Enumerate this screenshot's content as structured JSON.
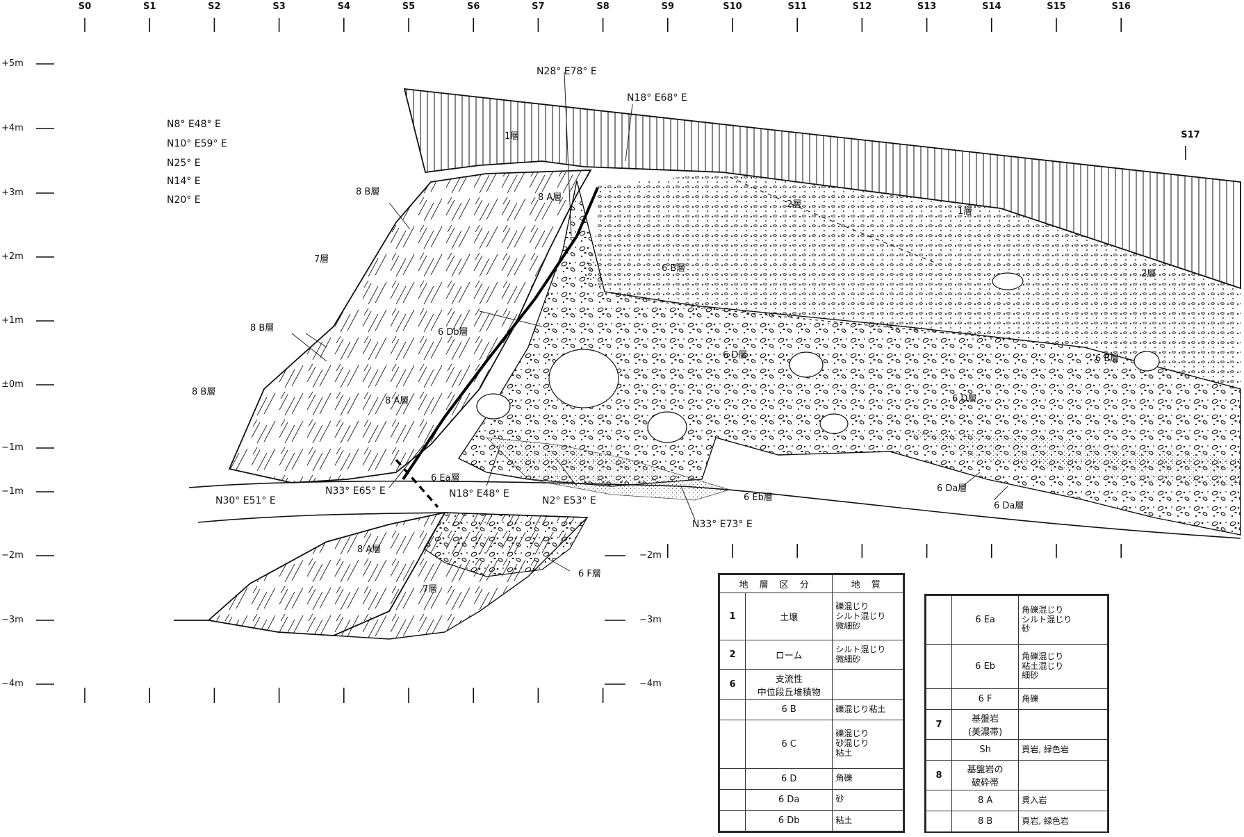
{
  "sections": [
    "S0",
    "S1",
    "S2",
    "S3",
    "S4",
    "S5",
    "S6",
    "S7",
    "S8",
    "S9",
    "S10",
    "S11",
    "S12",
    "S13",
    "S14",
    "S15",
    "S16"
  ],
  "section_s17": "S17",
  "elevations_left": [
    "+5m",
    "+4m",
    "+3m",
    "+2m",
    "+1m",
    "±0m",
    "−1m",
    "−1m",
    "−2m",
    "−3m",
    "−4m"
  ],
  "elevations_mid": [
    "−2m",
    "−3m",
    "−4m"
  ],
  "strikes_list": [
    "N8° E48° E",
    "N10° E59° E",
    "N25° E",
    "N14° E",
    "N20° E"
  ],
  "strikes": {
    "n28": "N28° E78° E",
    "n18_68": "N18° E68° E",
    "n30": "N30° E51° E",
    "n33_65": "N33° E65° E",
    "n18_48": "N18° E48° E",
    "n2": "N2° E53° E",
    "n33_73": "N33° E73° E"
  },
  "layers": {
    "l1a": "1層",
    "l1b": "1層",
    "l2a": "2層",
    "l2b": "2層",
    "l7a": "7層",
    "l7b": "7層",
    "l8b_top": "8 B層",
    "l8b_mid": "8 B層",
    "l8b_left": "8 B層",
    "l8a_top": "8 A層",
    "l8a_mid": "8 A層",
    "l8a_low": "8 A層",
    "l6b_a": "6 B層",
    "l6b_b": "6 B層",
    "l6db": "6 Db層",
    "l6d_a": "6 D層",
    "l6d_b": "6 D層",
    "l6ea": "6 Ea層",
    "l6eb": "6 Eb層",
    "l6da_a": "6 Da層",
    "l6da_b": "6 Da層",
    "l6f": "6 F層"
  },
  "legend_left": {
    "header_division": "地 層 区 分",
    "header_geology": "地 質",
    "rows": [
      {
        "num": "1",
        "cls": "土壌",
        "geo": "礫混じり\nシルト混じり\n微細砂"
      },
      {
        "num": "2",
        "cls": "ローム",
        "geo": "シルト混じり\n微細砂"
      },
      {
        "num": "6",
        "cls": "支流性\n中位段丘堆積物",
        "geo": ""
      },
      {
        "num": "",
        "cls": "6 B",
        "geo": "礫混じり粘土"
      },
      {
        "num": "",
        "cls": "6 C",
        "geo": "礫混じり\n砂混じり\n粘土"
      },
      {
        "num": "",
        "cls": "6 D",
        "geo": "角礫"
      },
      {
        "num": "",
        "cls": "6 Da",
        "geo": "砂"
      },
      {
        "num": "",
        "cls": "6 Db",
        "geo": "粘土"
      }
    ]
  },
  "legend_right": {
    "rows": [
      {
        "num": "",
        "cls": "6 Ea",
        "geo": "角礫混じり\nシルト混じり\n砂"
      },
      {
        "num": "",
        "cls": "6 Eb",
        "geo": "角礫混じり\n粘土混じり\n細砂"
      },
      {
        "num": "",
        "cls": "6 F",
        "geo": "角礫"
      },
      {
        "num": "7",
        "cls": "基盤岩\n(美濃帯)",
        "geo": ""
      },
      {
        "num": "",
        "cls": "Sh",
        "geo": "頁岩, 緑色岩"
      },
      {
        "num": "8",
        "cls": "基盤岩の\n破砕帯",
        "geo": ""
      },
      {
        "num": "",
        "cls": "8 A",
        "geo": "貫入岩"
      },
      {
        "num": "",
        "cls": "8 B",
        "geo": "頁岩, 緑色岩"
      }
    ]
  }
}
